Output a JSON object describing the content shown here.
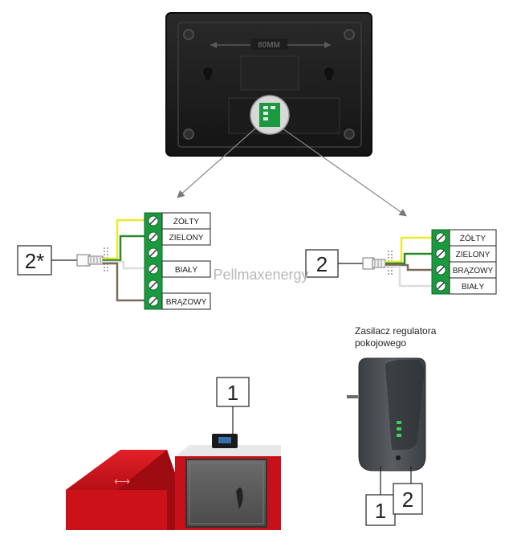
{
  "panel": {
    "dimension_label": "80MM"
  },
  "left_connector": {
    "badge": "2*",
    "terminals": [
      "ŻÓŁTY",
      "ZIELONY",
      "",
      "BIAŁY",
      "",
      "BRĄZOWY"
    ]
  },
  "right_connector": {
    "badge": "2",
    "terminals": [
      "ŻÓŁTY",
      "ZIELONY",
      "BRĄZOWY",
      "BIAŁY"
    ]
  },
  "watermark": "Pellmaxenergy",
  "adapter": {
    "caption_line1": "Zasilacz regulatora",
    "caption_line2": "pokojowego",
    "badge_1": "1",
    "badge_2": "2"
  },
  "boiler": {
    "badge": "1",
    "lid_arrow_icon": "double-arrow-icon"
  },
  "colors": {
    "panel": "#1e1e1e",
    "terminal_green": "#1a9a3e",
    "wire_yellow": "#ecea2a",
    "wire_green": "#2a8a2a",
    "wire_white": "#dddddd",
    "wire_brown": "#7a6a5a",
    "boiler_red": "#d8141c",
    "adapter_grey": "#4a4d52"
  }
}
